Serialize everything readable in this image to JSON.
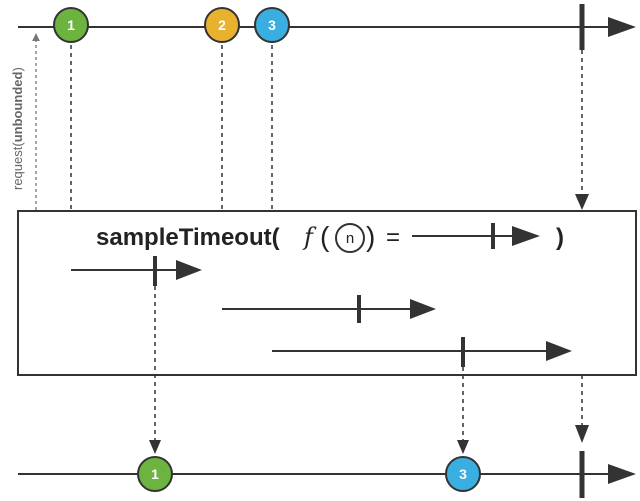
{
  "request_label": {
    "prefix": "request(",
    "bold": "unbounded",
    "suffix": ")"
  },
  "operator": {
    "name": "sampleTimeout(",
    "f": "f",
    "open": "(",
    "n": "n",
    "close": ")",
    "equals": "=",
    "end": ")"
  },
  "upstream_marbles": [
    {
      "label": "1",
      "color": "#6cb33f"
    },
    {
      "label": "2",
      "color": "#e8b22f"
    },
    {
      "label": "3",
      "color": "#3aaee0"
    }
  ],
  "downstream_marbles": [
    {
      "label": "1",
      "color": "#6cb33f"
    },
    {
      "label": "3",
      "color": "#3aaee0"
    }
  ]
}
